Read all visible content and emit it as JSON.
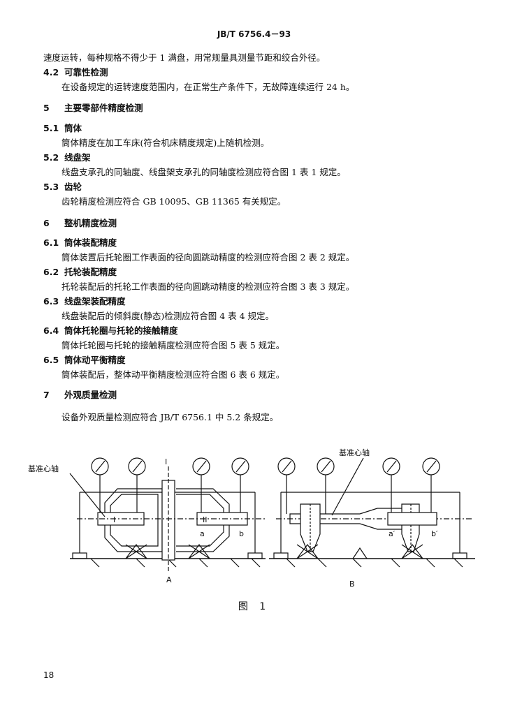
{
  "header": "JB/T 6756.4－93",
  "lines": [
    {
      "text": "速度运转，每种规格不得少于 1 满盘，用常规量具测量节距和绞合外径。"
    },
    {
      "num": "4.2",
      "title": "可靠性检测"
    },
    {
      "text": "在设备规定的运转速度范围内，在正常生产条件下，无故障连续运行 24 h。"
    },
    {
      "num": "5",
      "title": "主要零部件精度检测"
    },
    {
      "num": "5.1",
      "title": "筒体"
    },
    {
      "text": "筒体精度在加工车床(符合机床精度规定)上随机检测。"
    },
    {
      "num": "5.2",
      "title": "线盘架"
    },
    {
      "text": "线盘支承孔的同轴度、线盘架支承孔的同轴度检测应符合图 1 表 1 规定。"
    },
    {
      "num": "5.3",
      "title": "齿轮"
    },
    {
      "text": "齿轮精度检测应符合 GB 10095、GB 11365 有关规定。"
    },
    {
      "num": "6",
      "title": "整机精度检测"
    },
    {
      "num": "6.1",
      "title": "筒体装配精度"
    },
    {
      "text": "筒体装置后托轮圈工作表面的径向圆跳动精度的检测应符合图 2 表 2 规定。"
    },
    {
      "num": "6.2",
      "title": "托轮装配精度"
    },
    {
      "text": "托轮装配后的托轮工作表面的径向圆跳动精度的检测应符合图 3 表 3 规定。"
    },
    {
      "num": "6.3",
      "title": "线盘架装配精度"
    },
    {
      "text": "线盘装配后的倾斜度(静态)检测应符合图 4 表 4 规定。"
    },
    {
      "num": "6.4",
      "title": "筒体托轮圈与托轮的接触精度"
    },
    {
      "text": "筒体托轮圈与托轮的接触精度检测应符合图 5 表 5 规定。"
    },
    {
      "num": "6.5",
      "title": "筒体动平衡精度"
    },
    {
      "text": "筒体装配后，整体动平衡精度检测应符合图 6 表 6 规定。"
    },
    {
      "num": "7",
      "title": "外观质量检测"
    },
    {
      "text": "设备外观质量检测应符合 JB/T 6756.1 中 5.2 条规定。"
    }
  ],
  "figure": {
    "label_left_shaft": "基准心轴",
    "label_right_shaft": "基准心轴",
    "label_I": "I",
    "label_II": "II",
    "label_I_mark": "I",
    "label_a": "a",
    "label_b": "b",
    "label_a_prime": "a′",
    "label_b_prime": "b′",
    "label_A": "A",
    "label_B": "B",
    "caption": "图  1"
  },
  "page_number": "18"
}
